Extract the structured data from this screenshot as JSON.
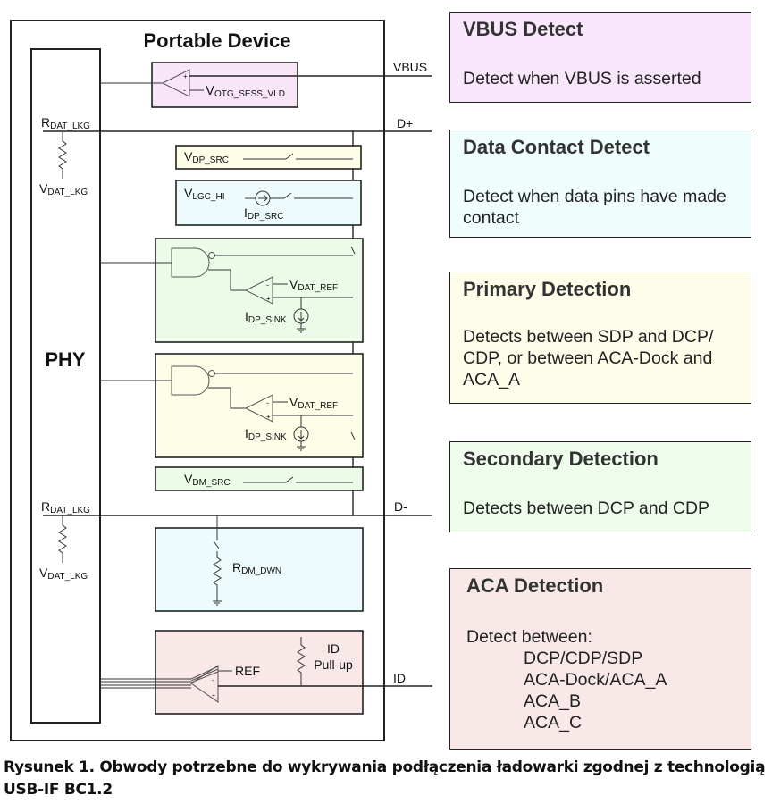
{
  "diagram": {
    "title": "Portable Device",
    "phy_label": "PHY",
    "lines": {
      "vbus": "VBUS",
      "dplus": "D+",
      "dminus": "D-",
      "id": "ID"
    },
    "labels": {
      "r_dat_lkg": "R",
      "r_dat_lkg_sub": "DAT_LKG",
      "v_dat_lkg": "V",
      "v_dat_lkg_sub": "DAT_LKG",
      "v_otg": "V",
      "v_otg_sub": "OTG_SESS_VLD",
      "v_dp_src": "V",
      "v_dp_src_sub": "DP_SRC",
      "v_lgc_hi": "V",
      "v_lgc_hi_sub": "LGC_HI",
      "i_dp_src": "I",
      "i_dp_src_sub": "DP_SRC",
      "v_dat_ref": "V",
      "v_dat_ref_sub": "DAT_REF",
      "i_dp_sink": "I",
      "i_dp_sink_sub": "DP_SINK",
      "v_dm_src": "V",
      "v_dm_src_sub": "DM_SRC",
      "r_dm_dwn": "R",
      "r_dm_dwn_sub": "DM_DWN",
      "ref": "REF",
      "id_pullup_1": "ID",
      "id_pullup_2": "Pull-up",
      "plus": "+",
      "minus": "-"
    },
    "colors": {
      "vbus": "#f8e6f8",
      "dp_src": "#fdfde8",
      "lgc_hi": "#eefbfd",
      "primary": "#ecfbe8",
      "secondary": "#fdfde8",
      "dm_src": "#ecfbe8",
      "dm_dwn": "#eefbfd",
      "aca": "#f8e8e8"
    }
  },
  "panels": [
    {
      "title": "VBUS Detect",
      "lines": [
        "Detect when VBUS is asserted"
      ],
      "color": "#f8e6fb"
    },
    {
      "title": "Data Contact Detect",
      "lines": [
        "Detect when data pins have made",
        "contact"
      ],
      "color": "#f0fdfd"
    },
    {
      "title": "Primary Detection",
      "lines": [
        "Detects between SDP and DCP/",
        "CDP, or between ACA-Dock and",
        "ACA_A"
      ],
      "color": "#fdfdea"
    },
    {
      "title": "Secondary Detection",
      "lines": [
        "Detects between DCP and CDP"
      ],
      "color": "#eefdec"
    },
    {
      "title": "ACA Detection",
      "lines": [
        "Detect between:"
      ],
      "sublines": [
        "DCP/CDP/SDP",
        "ACA-Dock/ACA_A",
        "ACA_B",
        "ACA_C"
      ],
      "color": "#f8e8e8"
    }
  ],
  "caption": {
    "line1": "Rysunek 1. Obwody potrzebne do wykrywania podłączenia ładowarki zgodnej z technologią",
    "line2": "USB-IF BC1.2"
  }
}
